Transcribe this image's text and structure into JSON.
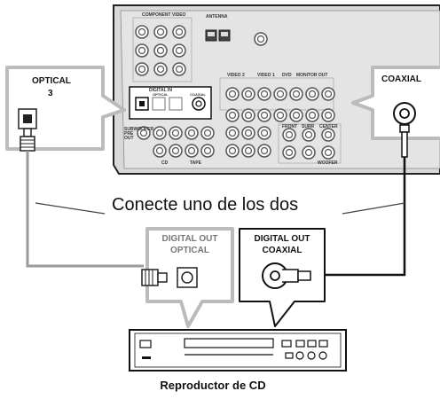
{
  "receiver_panel": {
    "component_video": "COMPONENT VIDEO",
    "antenna": "ANTENNA",
    "digital_in": "DIGITAL IN",
    "optical_sub": "OPTICAL",
    "coaxial_sub": "COAXIAL",
    "monitor_out": "MONITOR OUT",
    "video_2": "VIDEO 2",
    "video_1": "VIDEO 1",
    "dvd": "DVD",
    "subwoofer_pre_out": "SUBWOOFER PRE OUT",
    "cd": "CD",
    "tape": "TAPE",
    "front": "FRONT",
    "surr": "SURR",
    "center": "CENTER",
    "woofer": "WOOFER"
  },
  "labels": {
    "optical_box": "OPTICAL",
    "optical_number": "3",
    "coaxial_box": "COAXIAL",
    "connect_one": "Conecte uno de los dos",
    "digital_out_optical_1": "DIGITAL OUT",
    "digital_out_optical_2": "OPTICAL",
    "digital_out_coaxial_1": "DIGITAL OUT",
    "digital_out_coaxial_2": "COAXIAL",
    "cd_player": "Reproductor de CD"
  }
}
